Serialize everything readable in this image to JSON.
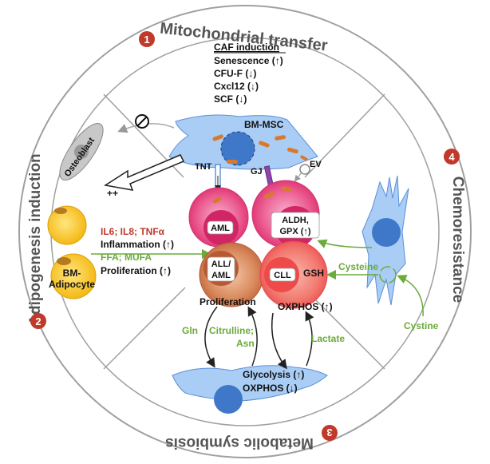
{
  "sections": {
    "top": {
      "number": "1",
      "title": "Mitochondrial transfer"
    },
    "left": {
      "number": "2",
      "title": "Adipogenesis induction"
    },
    "bottom": {
      "number": "3",
      "title": "Metabolic symbiosis"
    },
    "right": {
      "number": "4",
      "title": "Chemoresistance"
    }
  },
  "caf": {
    "heading": "CAF induction",
    "lines": [
      "Senescence (↑)",
      "CFU-F (↓)",
      "Cxcl12 (↓)",
      "SCF (↓)"
    ]
  },
  "cells": {
    "bm_msc": "BM-MSC",
    "osteoblast": "Osteoblast",
    "adipocyte_line1": "BM-",
    "adipocyte_line2": "Adipocyte",
    "aml": "AML",
    "aldh_line1": "ALDH,",
    "aldh_line2": "GPX (↑)",
    "all_aml_line1": "ALL/",
    "all_aml_line2": "AML",
    "cll": "CLL",
    "gsh": "GSH"
  },
  "labels": {
    "tnt": "TNT",
    "gj": "GJ",
    "ev": "EV",
    "plusplus": "++",
    "cytokines": "IL6; IL8; TNFα",
    "inflammation": "Inflammation (↑)",
    "ffa": "FFA; MUFA",
    "proliferation_adipo": "Proliferation (↑)",
    "proliferation": "Proliferation",
    "oxphos_up": "OXPHOS (↑)",
    "gln": "Gln",
    "citrulline": "Citrulline;",
    "asn": "Asn",
    "lactate": "Lactate",
    "glycolysis": "Glycolysis (↑)",
    "oxphos_down": "OXPHOS (↓)",
    "cysteine": "Cysteine",
    "cystine": "Cystine"
  },
  "colors": {
    "msc_fill": "#a9cdf5",
    "msc_stroke": "#5b8fd6",
    "nucleus": "#3f78c9",
    "aml_pink": "#e8407e",
    "cll_salmon": "#f26b6b",
    "all_brown": "#c8744a",
    "adipocyte": "#f5c518",
    "green": "#6aab3a",
    "red_number": "#c0392b",
    "cytokine_red": "#c0392b"
  }
}
